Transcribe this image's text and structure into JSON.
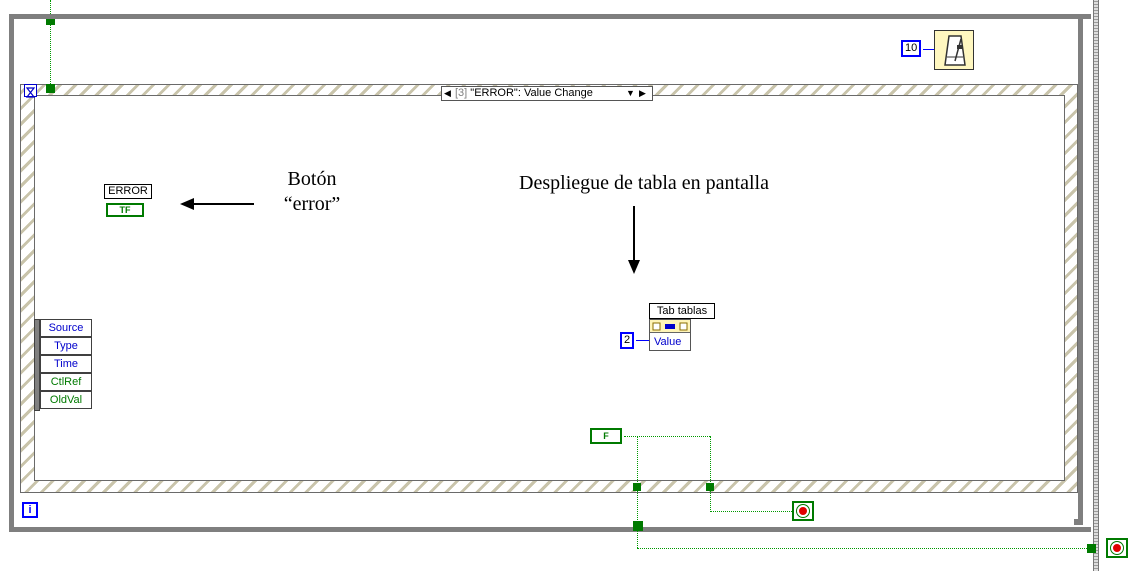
{
  "event_structure": {
    "selector_index": "[3]",
    "selector_label": "\"ERROR\": Value Change"
  },
  "wait_constant": "10",
  "iteration_terminal": "i",
  "event_data_node": [
    "Source",
    "Type",
    "Time",
    "CtlRef",
    "OldVal"
  ],
  "error_control": {
    "label": "ERROR",
    "terminal_text": "TF"
  },
  "annotations": {
    "button_note_line1": "Botón",
    "button_note_line2": "“error”",
    "table_note": "Despliegue de tabla en pantalla"
  },
  "property_node": {
    "label": "Tab tablas",
    "property": "Value",
    "input_constant": "2"
  },
  "boolean_constant": "F",
  "colors": {
    "boolean_wire": "#009900",
    "numeric_border": "#0000ff",
    "stop_red": "#e00000",
    "structure_gray": "#7f7f7f"
  },
  "icons": [
    "metronome-icon",
    "hourglass-icon",
    "stop-icon"
  ]
}
